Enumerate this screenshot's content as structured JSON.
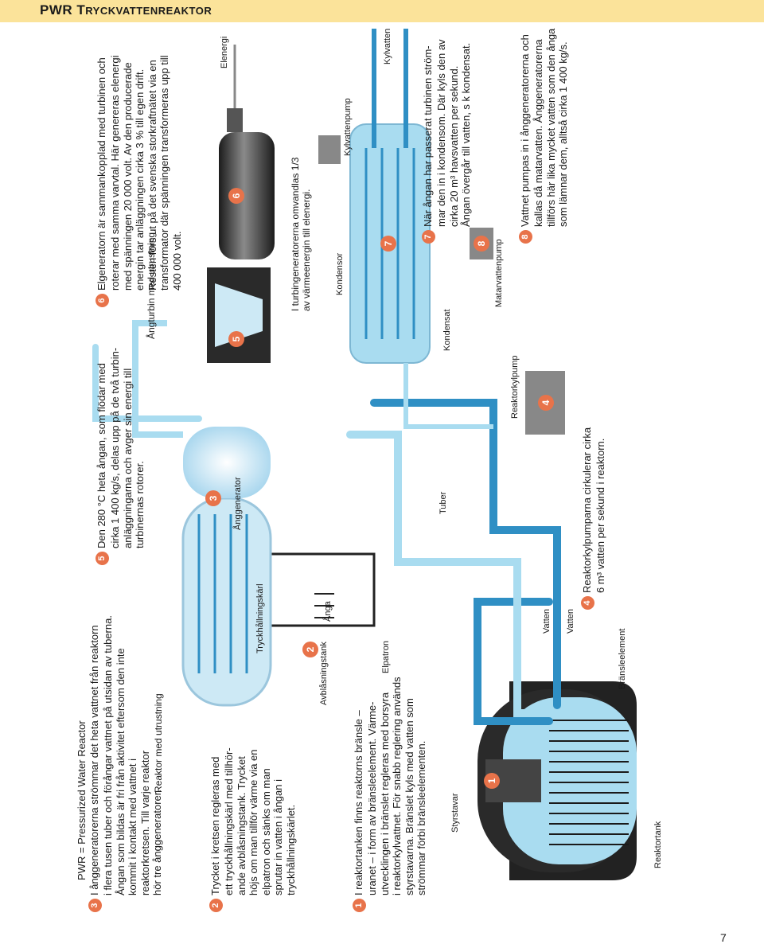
{
  "header": {
    "title_main": "PWR ",
    "title_first": "T",
    "title_rest": "RYCKVATTENREAKTOR"
  },
  "page_number": "7",
  "intro": "PWR = Pressurized Water Reactor",
  "texts": {
    "t3": {
      "num": "3",
      "lines": [
        "I ånggeneratorerna strömmar det heta vattnet från reaktorn",
        "i flera tusen tuber och förångar vattnet på utsidan av tuberna.",
        "Ångan som bildas är fri från aktivitet eftersom den inte",
        "kommit i kontakt med vattnet i",
        "reaktorkretsen. Till varje reaktor",
        "hör tre ånggeneratorer."
      ]
    },
    "t2": {
      "num": "2",
      "lines": [
        "Trycket i kretsen regleras med",
        "ett tryckhållningskärl med tillhör-",
        "ande avblåsningstank. Trycket",
        "höjs om man tillför värme via en",
        "elpatron och sänks om man",
        "sprutar in vatten i ångan i",
        "tryckhållningskärlet."
      ]
    },
    "t1": {
      "num": "1",
      "lines": [
        "I reaktortanken finns reaktorns bränsle –",
        "uranet – i form av bränsleelement. Värme-",
        "utvecklingen i bränslet regleras med borsyra",
        "i reaktorkylvattnet. För snabb reglering används",
        "styrstavarna. Bränslet kyls med vatten som",
        "strömmar förbi bränsleelementen."
      ]
    },
    "t5": {
      "num": "5",
      "lines": [
        "Den 280 °C heta ångan, som flödar med",
        "cirka 1 400 kg/s, delas upp på de två turbin-",
        "anläggningarna och avger sin energi till",
        "turbinernas rotorer."
      ]
    },
    "t4": {
      "num": "4",
      "lines": [
        "Reaktorkylpumparna cirkulerar cirka",
        "6 m³ vatten per sekund i reaktorn."
      ]
    },
    "t6": {
      "num": "6",
      "lines": [
        "Elgeneratorn är sammankopplad med turbinen och",
        "roterar med samma varvtal. Här genereras elenergi",
        "med spänningen 20 000 volt. Av den producerade",
        "energin tar anläggningen cirka 3 % till egen drift.",
        "Resten förs ut på det svenska storkraftnätet via en",
        "transformator där spänningen transformeras upp till",
        "400 000 volt."
      ]
    },
    "t7": {
      "num": "7",
      "lines": [
        "När ångan har passerat turbinen ström-",
        "mar den in i kondensom. Där kyls den av",
        "cirka 20 m³ havsvatten per sekund.",
        "Ångan övergår till vatten, s k kondensat."
      ]
    },
    "t8": {
      "num": "8",
      "lines": [
        "Vattnet pumpas in i ånggeneratorerna och",
        "kallas då matarvatten. Ånggeneratorerna",
        "tillförs här lika mycket vatten som den ånga",
        "som lämnar dem, alltså cirka 1 400 kg/s."
      ]
    }
  },
  "captions": {
    "reaktor_utrustning": "Reaktor med utrustning",
    "angturbin_utrustning": "Ångturbin med utrustning",
    "turbin_note": [
      "I turbingeneratorerna omvandlas 1/3",
      "av värmeenergin till elenergi."
    ]
  },
  "labels": {
    "reaktortank": "Reaktortank",
    "styrstavar": "Styrstavar",
    "bransleelement": "Bränsleelement",
    "vatten_a": "Vatten",
    "vatten_b": "Vatten",
    "elpatron": "Elpatron",
    "avblasningstank": "Avblåsningstank",
    "tryckhallningskarl": "Tryckhållningskärl",
    "anga": "Ånga",
    "anggenerator": "Ånggenerator",
    "tuber": "Tuber",
    "reaktorkylpump": "Reaktorkylpump",
    "matarvattenpump": "Matarvattenpump",
    "kondensat": "Kondensat",
    "kondensor": "Kondensor",
    "kylvattenpump": "Kylvattenpump",
    "kylvatten": "Kylvatten",
    "elenergi": "Elenergi"
  },
  "diagram_numbers": [
    "1",
    "2",
    "3",
    "4",
    "5",
    "6",
    "7",
    "8"
  ],
  "colors": {
    "header": "#fbe39a",
    "badge": "#e8734a",
    "water_light": "#a9dcf0",
    "water_dark": "#2f8fc4",
    "steam": "#cde9f5",
    "metal_dark": "#2a2a2a"
  }
}
